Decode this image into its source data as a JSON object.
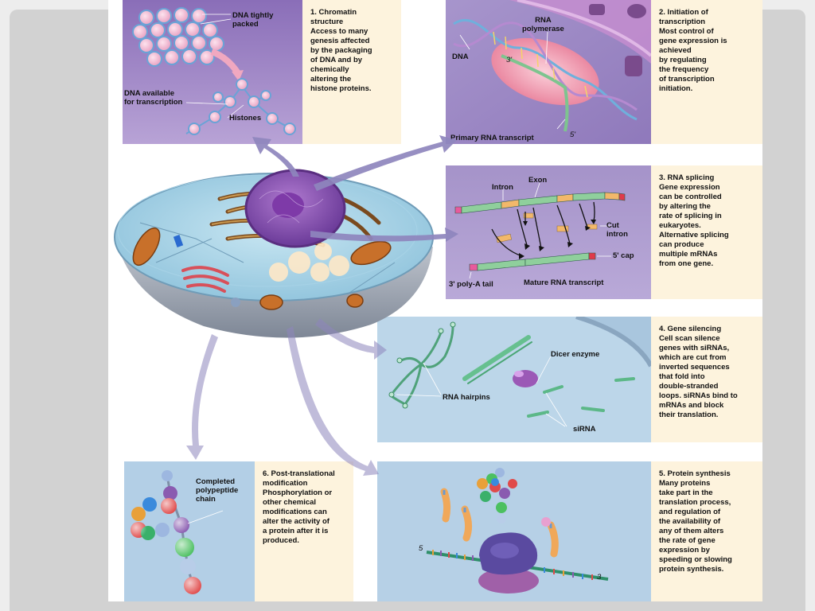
{
  "captions": {
    "c1": [
      "1. Chromatin",
      "structure",
      "Access to many",
      "genesis affected",
      "by the packaging",
      "of DNA and by",
      "chemically",
      "altering the",
      "histone proteins."
    ],
    "c2": [
      "2. Initiation of",
      "transcription",
      "Most control of",
      "gene expression is",
      "achieved",
      "by regulating",
      "the frequency",
      "of transcription",
      "initiation."
    ],
    "c3": [
      "3. RNA splicing",
      "Gene expression",
      "can be controlled",
      "by altering the",
      "rate of splicing in",
      "eukaryotes.",
      "Alternative splicing",
      "can produce",
      "multiple mRNAs",
      "from one gene."
    ],
    "c4": [
      "4. Gene silencing",
      "Cell scan silence",
      "genes with siRNAs,",
      "which are cut from",
      "inverted sequences",
      "that fold into",
      "double-stranded",
      "loops. siRNAs bind to",
      "mRNAs and block",
      "their translation."
    ],
    "c5": [
      "5. Protein synthesis",
      "Many proteins",
      "take part in the",
      "translation process,",
      "and regulation of",
      "the availability of",
      "any of them alters",
      "the rate of gene",
      "expression by",
      "speeding or slowing",
      "protein synthesis."
    ],
    "c6": [
      "6. Post-translational",
      "modification",
      "Phosphorylation or",
      "other chemical",
      "modifications can",
      "alter the activity of",
      "a protein after it is",
      "produced."
    ]
  },
  "labels": {
    "dna_tightly_packed": [
      "DNA tightly",
      "packed"
    ],
    "dna_available": [
      "DNA available",
      "for transcription"
    ],
    "histones": "Histones",
    "rna_polymerase": [
      "RNA",
      "polymerase"
    ],
    "dna": "DNA",
    "three_prime": "3'",
    "five_prime": "5'",
    "primary_rna_transcript": "Primary RNA transcript",
    "intron": "Intron",
    "exon": "Exon",
    "cut_intron": [
      "Cut",
      "intron"
    ],
    "five_cap": "5' cap",
    "poly_a_tail": "3' poly-A tail",
    "mature_rna_transcript": "Mature RNA transcript",
    "dicer_enzyme": "Dicer enzyme",
    "rna_hairpins": "RNA hairpins",
    "sirna": "siRNA",
    "completed_polypeptide": [
      "Completed",
      "polypeptide",
      "chain"
    ],
    "five_end": "5",
    "three_end": "3"
  },
  "colors": {
    "panel_purple": "#9f87c4",
    "panel_blue": "#b9d3e6",
    "caption_bg": "#fdf3dd",
    "arrow": "#8e86bd"
  }
}
